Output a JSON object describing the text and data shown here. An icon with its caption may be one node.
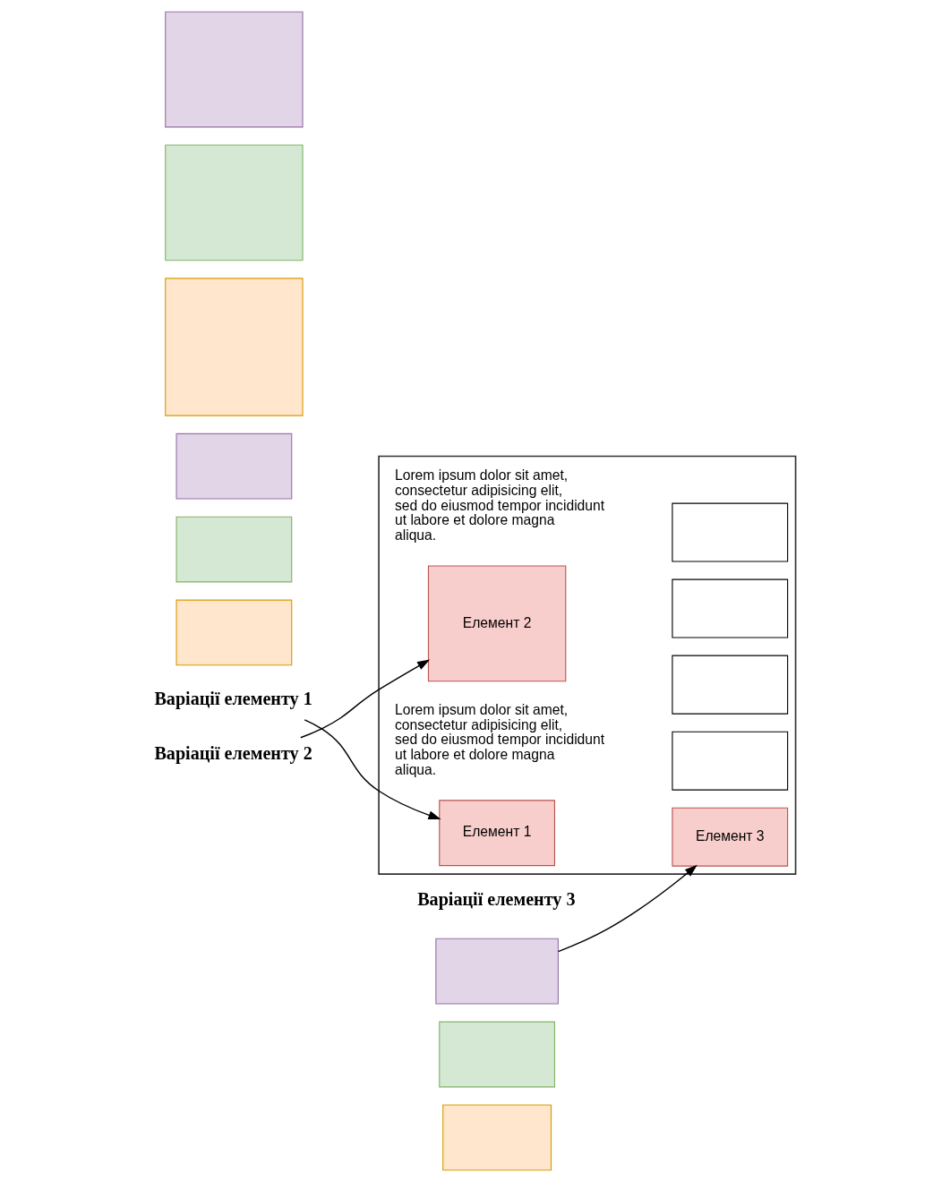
{
  "diagram": {
    "nodes": [
      {
        "text": [],
        "shape": "box"
      },
      {
        "text": [],
        "shape": "box"
      },
      {
        "text": [],
        "shape": "box"
      },
      {
        "text": [
          "Варіації елементу 1"
        ]
      },
      {
        "text": [
          "Варіації елементу 2"
        ]
      },
      {
        "text": [],
        "shape": "box"
      },
      {
        "text": [],
        "shape": "box"
      },
      {
        "text": [],
        "shape": "box"
      },
      {
        "text": [],
        "shape": "box"
      },
      {
        "text": [
          "Елемент 1"
        ],
        "in": 8
      },
      {
        "text": [],
        "shape": "box",
        "in": 8
      },
      {
        "text": [],
        "shape": "box",
        "in": 8
      },
      {
        "text": [
          "Елемент 3"
        ],
        "in": 8
      },
      {
        "text": [
          "Елемент 2"
        ],
        "in": 8
      },
      {
        "text": [],
        "shape": "box",
        "in": 8
      },
      {
        "text": [],
        "shape": "box",
        "in": 8
      },
      {
        "text": [],
        "shape": "box"
      },
      {
        "text": [],
        "shape": "box"
      },
      {
        "text": [],
        "shape": "box"
      }
    ],
    "edges": [
      {
        "from": 3,
        "to": 9,
        "arrow": "to"
      },
      {
        "from": 4,
        "to": 13,
        "arrow": "to"
      },
      {
        "from": 16,
        "to": 12,
        "arrow": "to"
      }
    ],
    "labels": [
      "Lorem ipsum dolor sit amet, consectetur adipisicing elit, sed do eiusmod tempor incididunt ut labore et dolore magna aliqua.",
      "Lorem ipsum dolor sit amet, consectetur adipisicing elit, sed do eiusmod tempor incididunt ut labore et dolore magna aliqua.",
      "Варіації елементу 3"
    ]
  }
}
